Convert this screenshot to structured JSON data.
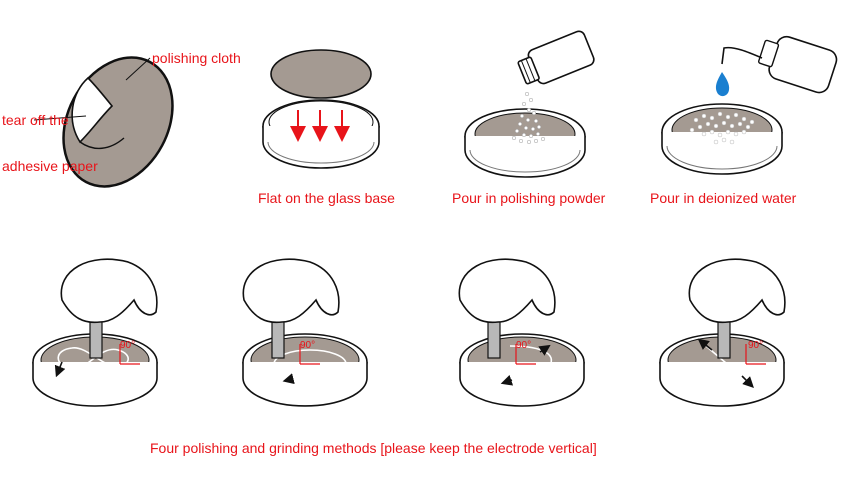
{
  "labels": {
    "polishing_cloth": "polishing cloth",
    "tear_line1": "tear off the",
    "tear_line2": "adhesive paper",
    "step_flat": "Flat on the glass base",
    "step_powder": "Pour in polishing powder",
    "step_water": "Pour in deionized water",
    "footer": "Four polishing and grinding methods [please keep the electrode vertical]"
  },
  "angle_label": "90°",
  "colors": {
    "label_red": "#e8141a",
    "cloth_gray": "#a49a92",
    "water_blue": "#1a7fd0",
    "electrode_yellow": "#f4e04a"
  },
  "methods": [
    "figure-eight",
    "circle",
    "arc-back-and-forth",
    "straight-line"
  ]
}
